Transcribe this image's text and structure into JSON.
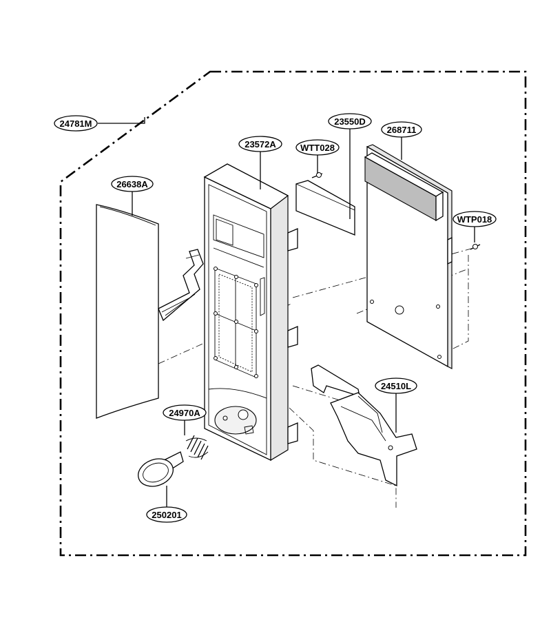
{
  "parts": [
    {
      "id": "p24781M",
      "code": "24781M"
    },
    {
      "id": "p26638A",
      "code": "26638A"
    },
    {
      "id": "p23572A",
      "code": "23572A"
    },
    {
      "id": "pWTT028",
      "code": "WTT028"
    },
    {
      "id": "p23550D",
      "code": "23550D"
    },
    {
      "id": "p268711",
      "code": "268711"
    },
    {
      "id": "pWTP018",
      "code": "WTP018"
    },
    {
      "id": "p24510L",
      "code": "24510L"
    },
    {
      "id": "p24970A",
      "code": "24970A"
    },
    {
      "id": "p250201",
      "code": "250201"
    }
  ]
}
